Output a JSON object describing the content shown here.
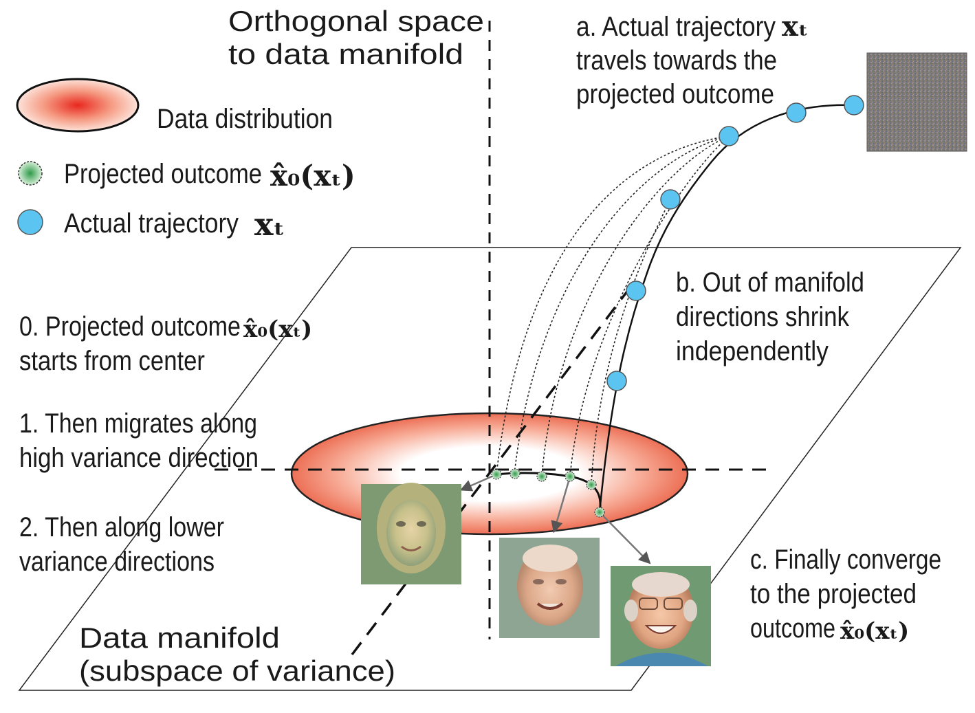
{
  "titles": {
    "orthogonal_line1": "Orthogonal space",
    "orthogonal_line2": "to data manifold",
    "manifold_line1": "Data manifold",
    "manifold_line2": "(subspace of variance)"
  },
  "legend": {
    "distribution": "Data distribution",
    "projected": "Projected outcome",
    "projected_math": "x̂₀(xₜ)",
    "actual": "Actual trajectory",
    "actual_math": "xₜ"
  },
  "annotations": {
    "a_line1": "a. Actual trajectory",
    "a_math": "xₜ",
    "a_line2": "travels towards the",
    "a_line3": "projected outcome",
    "b_line1": "b. Out of manifold",
    "b_line2": "directions shrink",
    "b_line3": "independently",
    "c_line1": "c. Finally converge",
    "c_line2": "to the projected",
    "c_line3": "outcome",
    "c_math": "x̂₀(xₜ)"
  },
  "steps": {
    "s0_line1": "0. Projected outcome",
    "s0_math": "x̂₀(xₜ)",
    "s0_line2": "starts from center",
    "s1_line1": "1. Then migrates along",
    "s1_line2": "high variance direction",
    "s2_line1": "2. Then along lower",
    "s2_line2": "variance directions"
  },
  "colors": {
    "distribution_center": "#e8281e",
    "trajectory_point": "#5bc4f0",
    "projected_point": "#6fbf7a"
  }
}
